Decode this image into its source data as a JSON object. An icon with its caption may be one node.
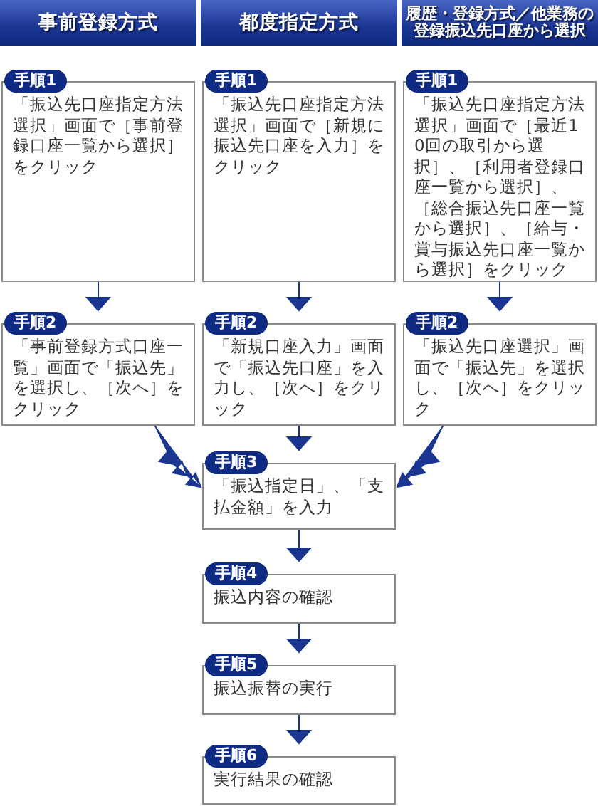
{
  "diagram": {
    "nodes": [
      {
        "text": [
          "事前登録方式"
        ]
      },
      {
        "text": [
          "都度指定方式"
        ]
      },
      {
        "text": [
          "履歴・登録方式／他業務の登録振込先口座から選択"
        ]
      },
      {
        "text": [
          "手順1",
          "「振込先口座指定方法選択」画面で［事前登録口座一覧から選択］をクリック"
        ]
      },
      {
        "text": [
          "手順1",
          "「振込先口座指定方法選択」画面で［新規に振込先口座を入力］をクリック"
        ]
      },
      {
        "text": [
          "手順1",
          "「振込先口座指定方法選択」画面で［最近10回の取引から選択］、［利用者登録口座一覧から選択］、［総合振込先口座一覧から選択］、［給与・賞与振込先口座一覧から選択］をクリック"
        ]
      },
      {
        "text": [
          "手順2",
          "「事前登録方式口座一覧」画面で「振込先」を選択し、［次へ］をクリック"
        ]
      },
      {
        "text": [
          "手順2",
          "「新規口座入力」画面で「振込先口座」を入力し、［次へ］をクリック"
        ]
      },
      {
        "text": [
          "手順2",
          "「振込先口座選択」画面で「振込先」を選択し、［次へ］をクリック"
        ]
      },
      {
        "text": [
          "手順3",
          "「振込指定日」、「支払金額」を入力"
        ]
      },
      {
        "text": [
          "手順4",
          "振込内容の確認"
        ]
      },
      {
        "text": [
          "手順5",
          "振込振替の実行"
        ]
      },
      {
        "text": [
          "手順6",
          "実行結果の確認"
        ]
      }
    ],
    "edges": [
      {
        "from": 3,
        "to": 6,
        "arrow": "to"
      },
      {
        "from": 4,
        "to": 7,
        "arrow": "to"
      },
      {
        "from": 5,
        "to": 8,
        "arrow": "to"
      },
      {
        "from": 6,
        "to": 9,
        "arrow": "to"
      },
      {
        "from": 7,
        "to": 9,
        "arrow": "to"
      },
      {
        "from": 8,
        "to": 9,
        "arrow": "to"
      },
      {
        "from": 9,
        "to": 10,
        "arrow": "to"
      },
      {
        "from": 10,
        "to": 11,
        "arrow": "to"
      },
      {
        "from": 11,
        "to": 12,
        "arrow": "to"
      }
    ]
  }
}
